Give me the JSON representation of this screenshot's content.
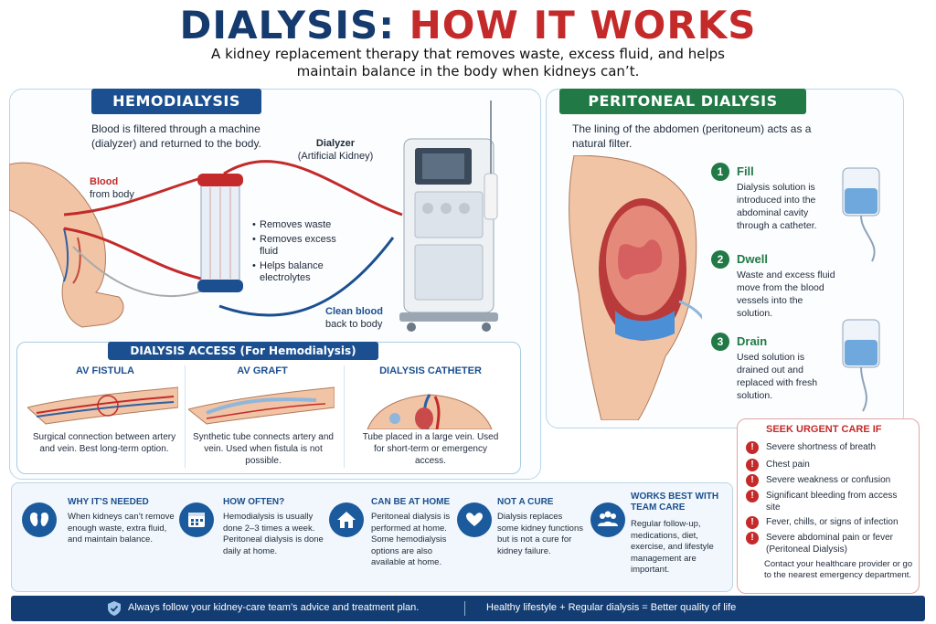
{
  "header": {
    "title_part1": "DIALYSIS:",
    "title_part2": "HOW IT WORKS",
    "subtitle": "A kidney replacement therapy that removes waste, excess fluid, and helps maintain balance in the body when kidneys can’t."
  },
  "hemodialysis": {
    "banner": "HEMODIALYSIS",
    "description": "Blood is filtered through a machine (dialyzer) and returned to the body.",
    "blood_label_1": "Blood",
    "blood_label_2": "from body",
    "dialyzer_label_1": "Dialyzer",
    "dialyzer_label_2": "(Artificial Kidney)",
    "clean_label_1": "Clean blood",
    "clean_label_2": "back to body",
    "bullets": [
      "Removes waste",
      "Removes excess fluid",
      "Helps balance electrolytes"
    ]
  },
  "access": {
    "banner": "DIALYSIS ACCESS (For Hemodialysis)",
    "items": [
      {
        "title": "AV FISTULA",
        "desc": "Surgical connection between artery and vein. Best long-term option."
      },
      {
        "title": "AV GRAFT",
        "desc": "Synthetic tube connects artery and vein. Used when fistula is not possible."
      },
      {
        "title": "DIALYSIS CATHETER",
        "desc": "Tube placed in a large vein. Used for short-term or emergency access."
      }
    ]
  },
  "peritoneal": {
    "banner": "PERITONEAL DIALYSIS",
    "description": "The lining of the abdomen (peritoneum) acts as a natural filter.",
    "steps": [
      {
        "num": "1",
        "title": "Fill",
        "desc": "Dialysis solution is introduced into the abdominal cavity through a catheter."
      },
      {
        "num": "2",
        "title": "Dwell",
        "desc": "Waste and excess fluid move from the blood vessels into the solution."
      },
      {
        "num": "3",
        "title": "Drain",
        "desc": "Used solution is drained out and replaced with fresh solution."
      }
    ]
  },
  "urgent": {
    "title": "SEEK URGENT CARE IF",
    "items": [
      "Severe shortness of breath",
      "Chest pain",
      "Severe weakness or confusion",
      "Significant bleeding from access site",
      "Fever, chills, or signs of infection",
      "Severe abdominal pain or fever (Peritoneal Dialysis)"
    ],
    "note": "Contact your healthcare provider or go to the nearest emergency department."
  },
  "info": [
    {
      "title": "WHY IT’S NEEDED",
      "desc": "When kidneys can’t remove enough waste, extra fluid, and maintain balance."
    },
    {
      "title": "HOW OFTEN?",
      "desc": "Hemodialysis is usually done 2–3 times a week. Peritoneal dialysis is done daily at home."
    },
    {
      "title": "CAN BE AT HOME",
      "desc": "Peritoneal dialysis is performed at home. Some hemodialysis options are also available at home."
    },
    {
      "title": "NOT A CURE",
      "desc": "Dialysis replaces some kidney functions but is not a cure for kidney failure."
    },
    {
      "title": "WORKS BEST WITH TEAM CARE",
      "desc": "Regular follow-up, medications, diet, exercise, and lifestyle management are important."
    }
  ],
  "footer": {
    "left": "Always follow your kidney-care team’s advice and treatment plan.",
    "right": "Healthy lifestyle + Regular dialysis = Better quality of life"
  }
}
